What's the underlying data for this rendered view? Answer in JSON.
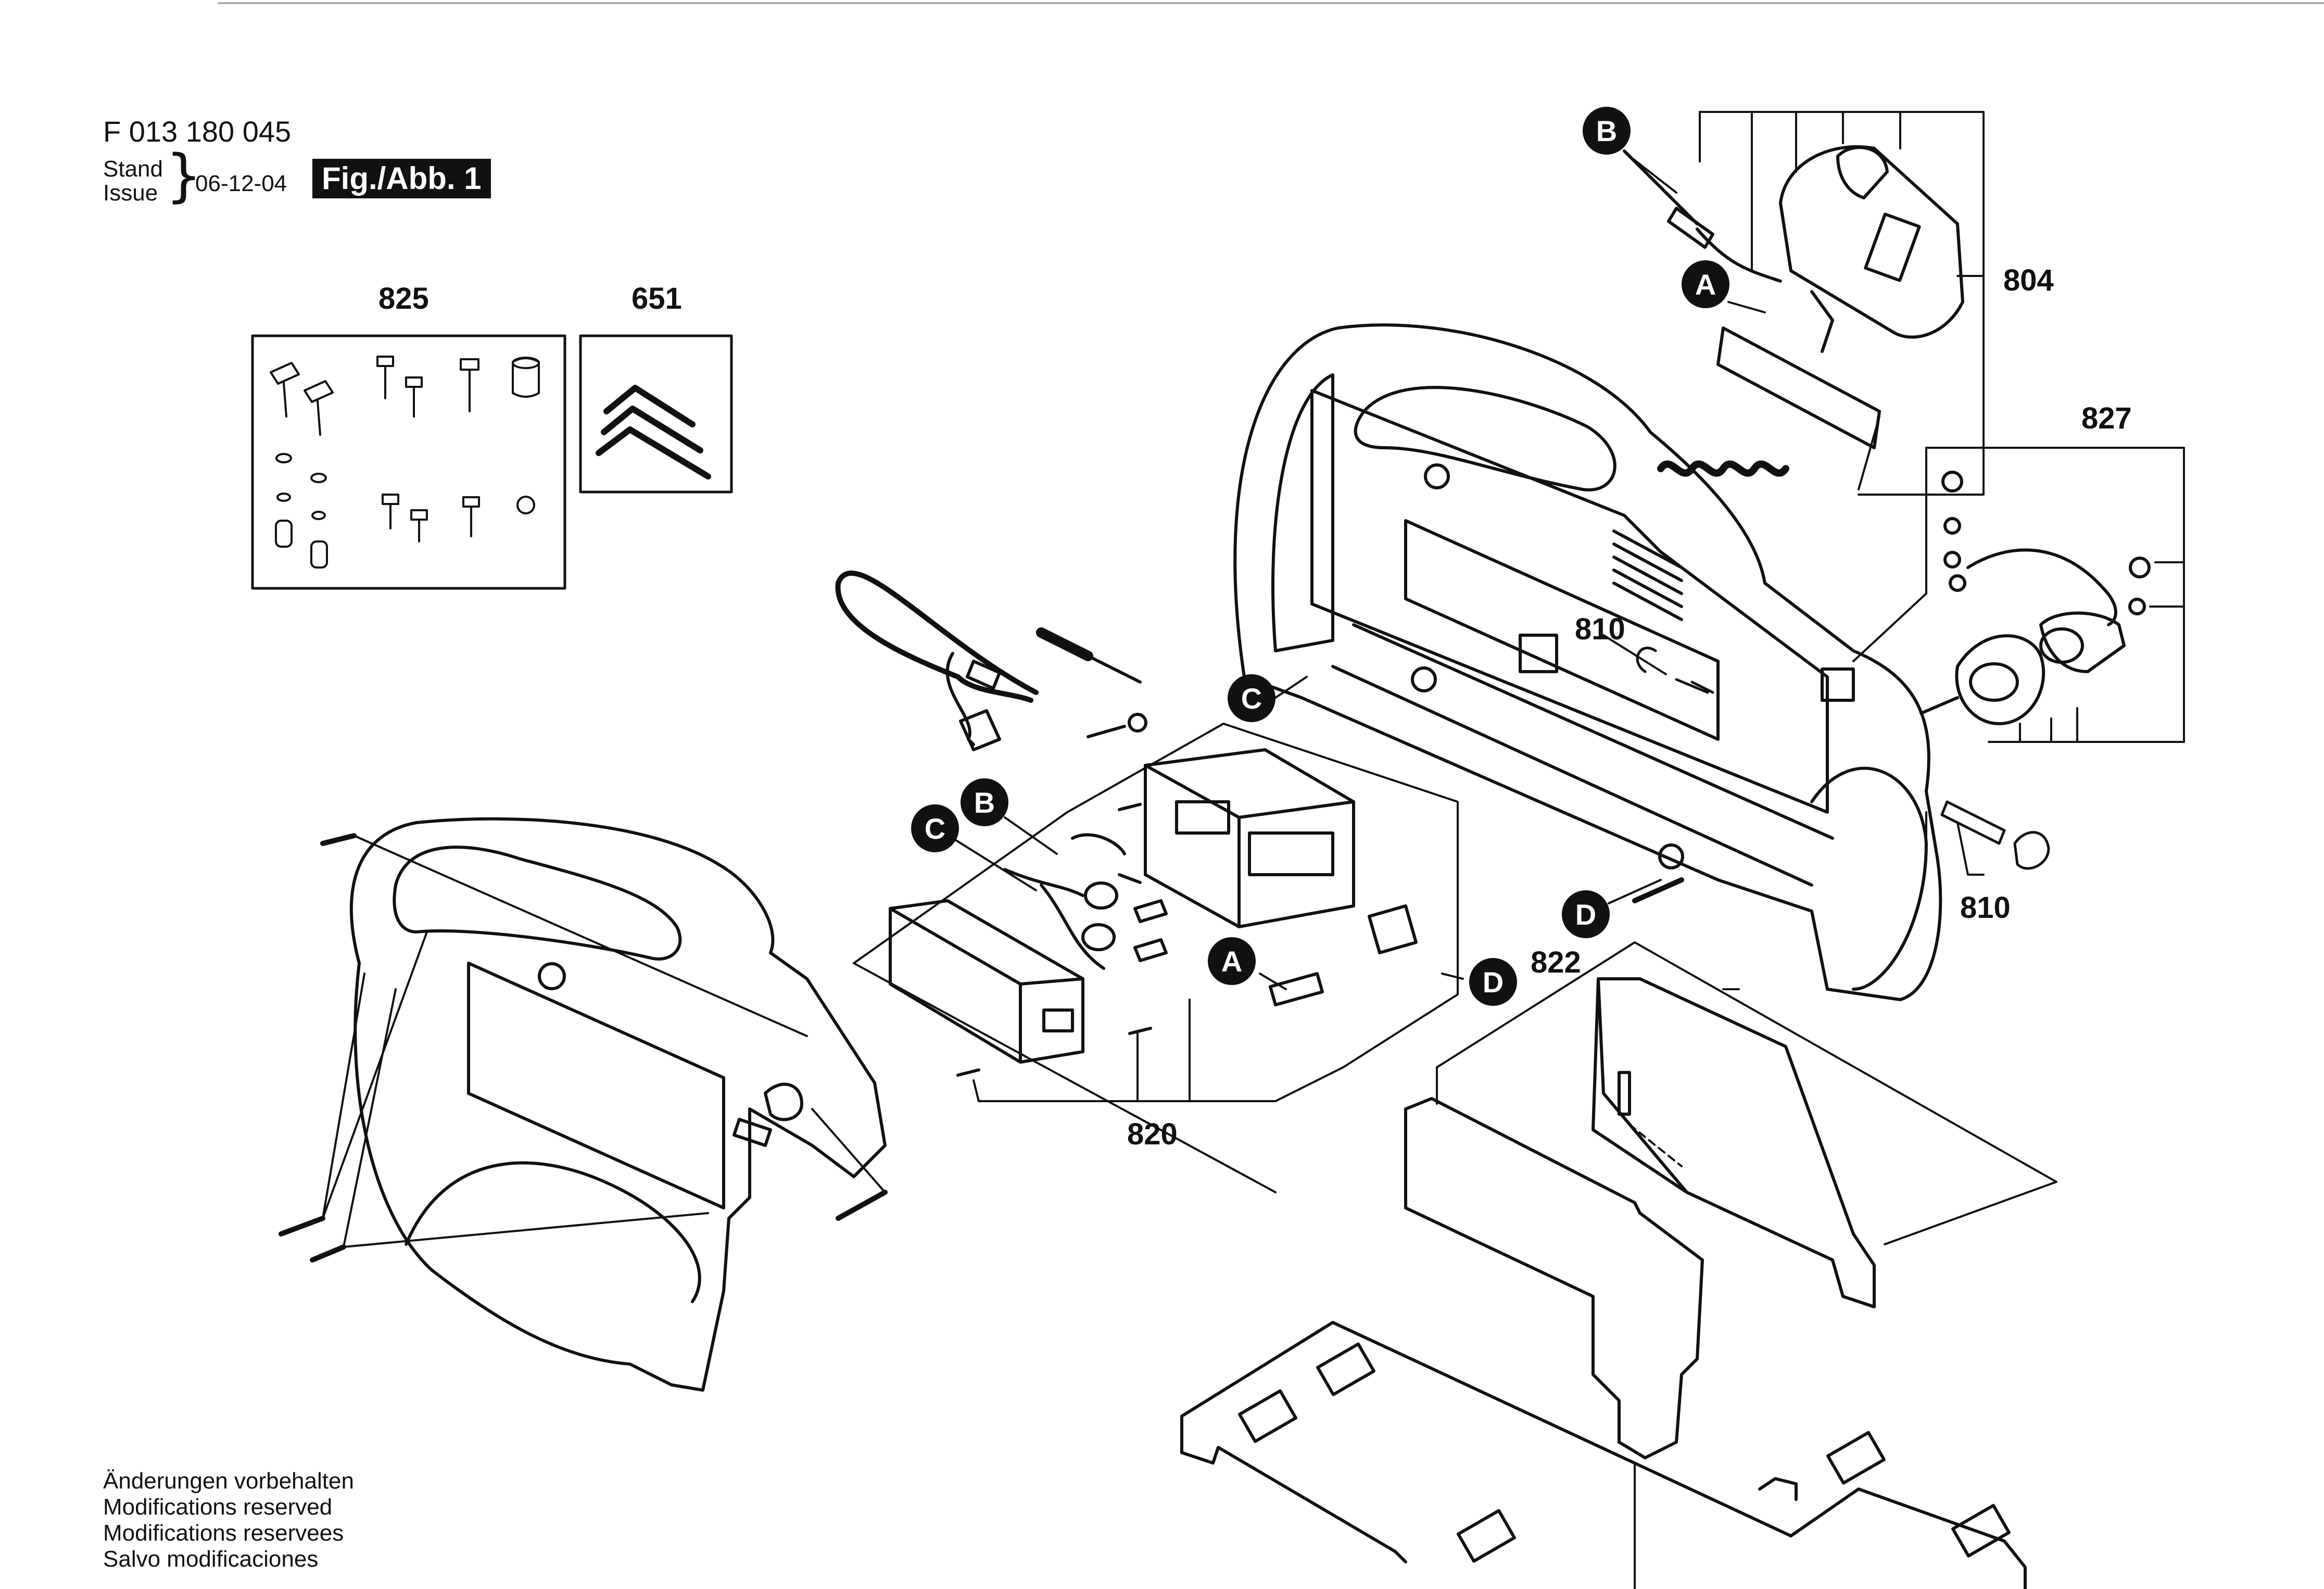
{
  "header": {
    "part_number": "F 013 180 045",
    "stand_label": "Stand",
    "issue_label": "Issue",
    "date": "06-12-04",
    "figure_label": "Fig./Abb. 1"
  },
  "callouts": {
    "c825": "825",
    "c651": "651",
    "c804": "804",
    "c827": "827",
    "c810a": "810",
    "c810b": "810",
    "c822": "822",
    "c820": "820"
  },
  "markers": {
    "a": "A",
    "b": "B",
    "c": "C",
    "d": "D"
  },
  "footer": {
    "line1": "Änderungen vorbehalten",
    "line2": "Modifications reserved",
    "line3": "Modifications reservees",
    "line4": "Salvo modificaciones"
  }
}
